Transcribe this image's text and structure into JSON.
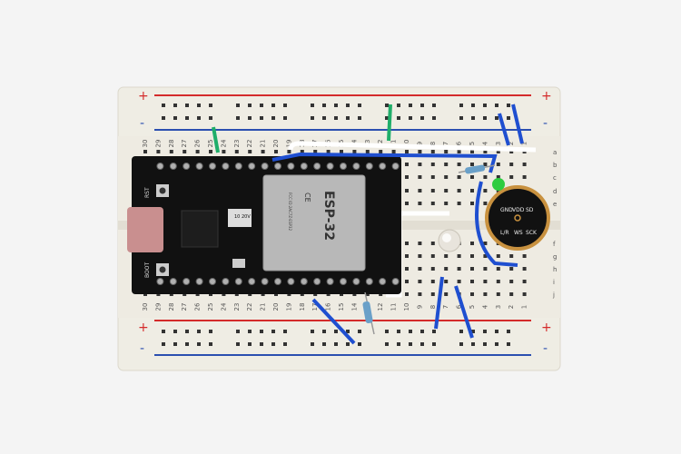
{
  "scene": {
    "background": "#f4f4f4",
    "breadboard_color": "#f1efe6",
    "rail_red": "#d42b2b",
    "rail_blue": "#2b4fb0",
    "rail_plus": "+",
    "rail_minus": "-",
    "column_numbers": [
      "30",
      "29",
      "28",
      "27",
      "26",
      "25",
      "24",
      "23",
      "22",
      "21",
      "20",
      "19",
      "18",
      "17",
      "16",
      "15",
      "14",
      "13",
      "12",
      "11",
      "10",
      "9",
      "8",
      "7",
      "6",
      "5",
      "4",
      "3",
      "2",
      "1"
    ],
    "row_letters_top": [
      "a",
      "b",
      "c",
      "d",
      "e"
    ],
    "row_letters_bottom": [
      "f",
      "g",
      "h",
      "i",
      "j"
    ]
  },
  "esp32": {
    "module_label": "ESP-32",
    "fcc_text": "FCC ID:2AC7Z-ESP32",
    "ce_mark": "CE",
    "rst_label": "RST",
    "boot_label": "BOOT",
    "regulator_text": "10 20V",
    "board_color": "#111111",
    "usb_color": "#c98f8f"
  },
  "microphone": {
    "top_labels": [
      "GND",
      "VDD",
      "SD"
    ],
    "bottom_labels": [
      "L/R",
      "WS",
      "SCK"
    ],
    "ring_color": "#c8913f"
  },
  "components": {
    "wire_colors": {
      "blue": "#1f4fd0",
      "green": "#1fae6a",
      "white": "#ffffff"
    },
    "led": "clear-led",
    "resistors": 2,
    "green_dot_color": "#2ecc40"
  }
}
